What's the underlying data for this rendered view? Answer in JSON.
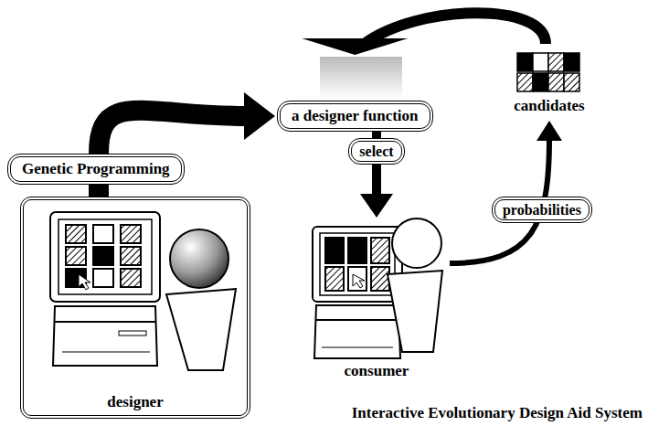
{
  "diagram": {
    "caption": "Interactive Evolutionary Design Aid System",
    "nodes": [
      {
        "text": [
          "Genetic Programming"
        ]
      },
      {
        "text": [
          "designer"
        ]
      },
      {
        "text": [
          "a designer function"
        ]
      },
      {
        "text": [
          "consumer"
        ]
      },
      {
        "text": [
          "candidates"
        ]
      }
    ],
    "edges": [
      {
        "from": 1,
        "to": 0,
        "arrow": "none"
      },
      {
        "from": 0,
        "to": 2,
        "arrow": "to"
      },
      {
        "from": 2,
        "to": 3,
        "label": "select",
        "arrow": "to"
      },
      {
        "from": 3,
        "to": 4,
        "label": "probabilities",
        "arrow": "to"
      },
      {
        "from": 4,
        "to": 2,
        "arrow": "to"
      }
    ]
  }
}
